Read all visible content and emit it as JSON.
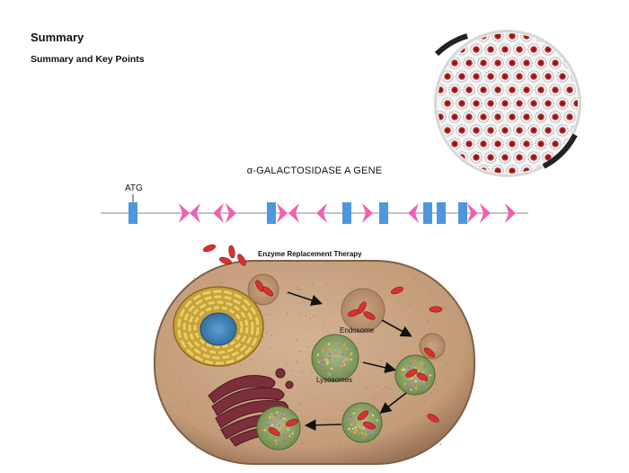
{
  "header": {
    "title": "Summary",
    "subtitle": "Summary and Key Points"
  },
  "gene": {
    "title": "α-GALACTOSIDASE A GENE",
    "start_codon": "ATG"
  },
  "cell": {
    "therapy_label": "Enzyme Replacement Therapy",
    "endosome_label": "Endosome",
    "lysosomes_label": "Lysosomes"
  },
  "colors": {
    "exon_blue": "#4f97dd",
    "exon_pink": "#f061b3",
    "enzyme_red": "#d8322f",
    "cell_fill": "#c6a07f",
    "lysosome_green": "#8aa26a",
    "golgi": "#7a2f3a",
    "nucleus": "#e6c24a"
  }
}
